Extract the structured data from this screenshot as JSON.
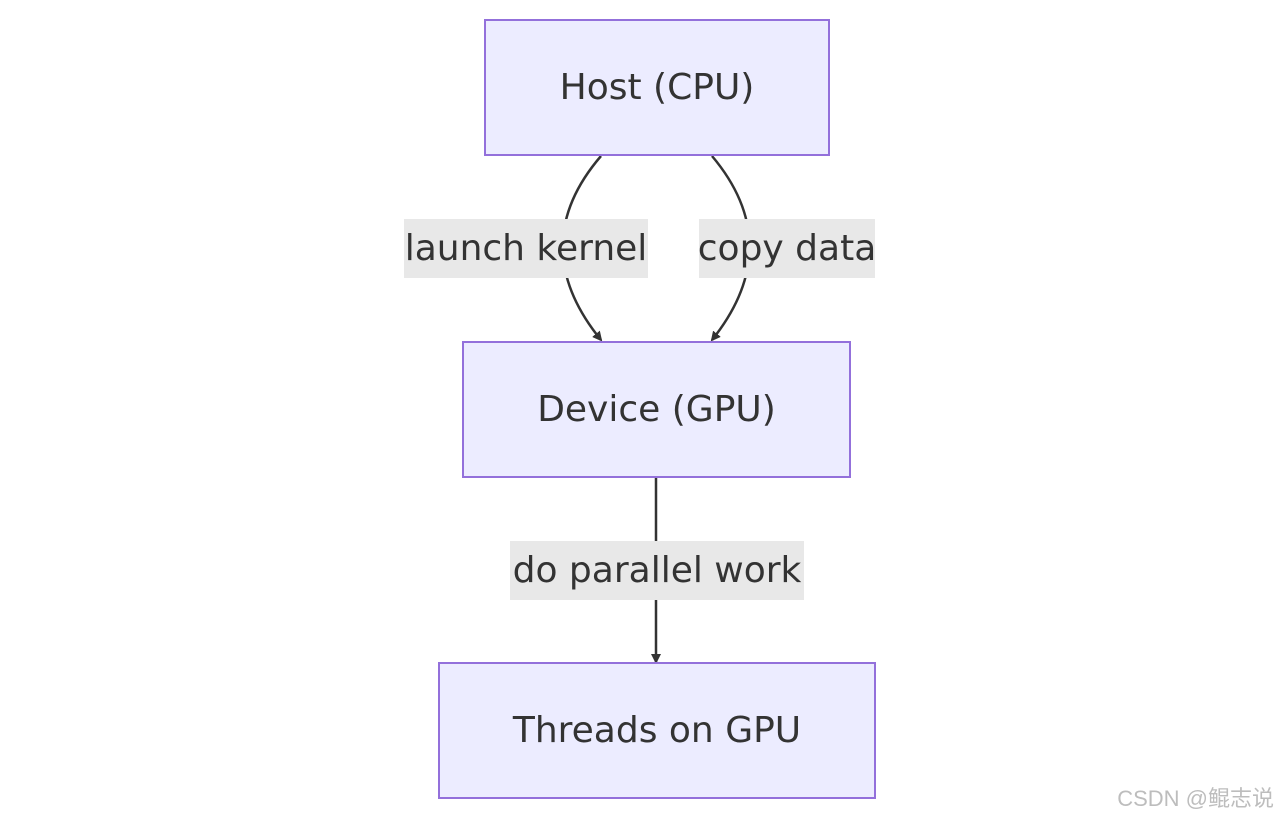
{
  "nodes": {
    "host": {
      "label": "Host (CPU)"
    },
    "device": {
      "label": "Device (GPU)"
    },
    "threads": {
      "label": "Threads on GPU"
    }
  },
  "edges": [
    {
      "from": "host",
      "to": "device",
      "label": "launch kernel"
    },
    {
      "from": "host",
      "to": "device",
      "label": "copy data"
    },
    {
      "from": "device",
      "to": "threads",
      "label": "do parallel work"
    }
  ],
  "colors": {
    "node_fill": "#ececff",
    "node_border": "#9370db",
    "edge": "#333333",
    "label_bg": "#e8e8e8",
    "text": "#333333"
  },
  "watermark": "CSDN @鲲志说"
}
